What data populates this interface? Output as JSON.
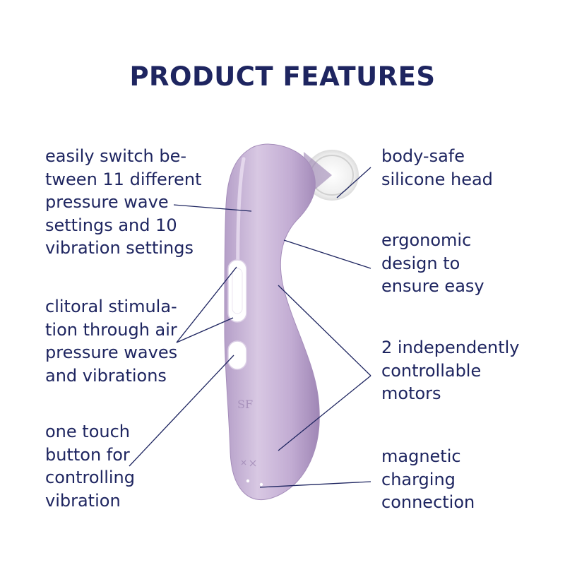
{
  "title": "PRODUCT FEATURES",
  "features": {
    "switch": "easily switch be-\ntween 11 different\npressure wave\nsettings and 10\nvibration settings",
    "clitoral": "clitoral stimula-\ntion through air\npressure waves\nand vibrations",
    "one_touch": "one touch\nbutton for\ncontrolling\nvibration",
    "head": "body-safe\nsilicone head",
    "ergonomic": "ergonomic\ndesign to\nensure easy",
    "motors": "2 independently\ncontrollable\nmotors",
    "magnetic": "magnetic\ncharging\nconnection"
  },
  "colors": {
    "text": "#1e2560",
    "device": "#c9b5d6",
    "head": "#f2f2f2"
  }
}
